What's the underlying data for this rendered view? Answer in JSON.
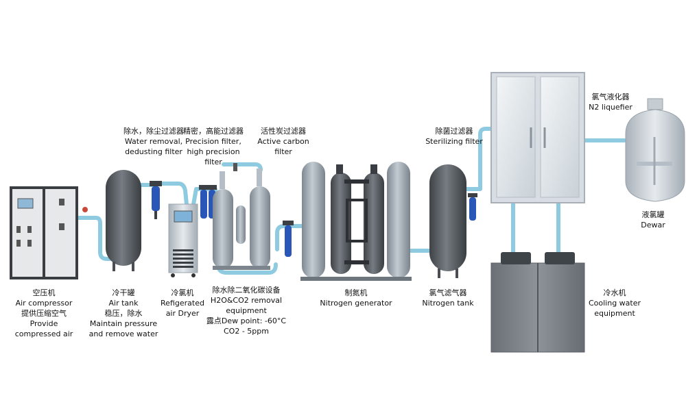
{
  "labels": {
    "compressor": {
      "zh": "空压机",
      "en": "Air compressor",
      "desc_zh": "提供压缩空气",
      "desc_en_1": "Provide",
      "desc_en_2": "compressed air"
    },
    "air_tank": {
      "zh": "冷干罐",
      "en": "Air tank",
      "desc_zh": "稳压，除水",
      "desc_en_1": "Maintain pressure",
      "desc_en_2": "and remove water"
    },
    "dryer": {
      "zh": "冷氯机",
      "en_1": "Refigerated",
      "en_2": "air Dryer"
    },
    "h2o_co2": {
      "zh": "除水除二氧化碳设备",
      "en_1": "H2O&CO2 removal",
      "en_2": "equipment",
      "dew": "露点Dew point: -60°C",
      "co2": "CO2 - 5ppm"
    },
    "n2_gen": {
      "zh": "制氮机",
      "en": "Nitrogen generator"
    },
    "n2_tank": {
      "zh": "氯气滤气器",
      "en": "Nitrogen tank"
    },
    "cooling": {
      "zh": "冷水机",
      "en_1": "Cooling water",
      "en_2": "equipment"
    },
    "water_filter": {
      "zh": "除水，除尘过滤器",
      "en_1": "Water removal,",
      "en_2": "dedusting filter"
    },
    "precision_filter": {
      "zh": "精密，高能过滤器",
      "en_1": "Precision filter,",
      "en_2": "high precision",
      "en_3": "filter"
    },
    "carbon_filter": {
      "zh": "活性炭过滤器",
      "en_1": "Active carbon",
      "en_2": "filter"
    },
    "sterile_filter": {
      "zh": "除菌过滤器",
      "en": "Sterilizing filter"
    },
    "liquefier": {
      "zh": "氯气液化器",
      "en": "N2 liquefier"
    },
    "dewar": {
      "zh": "液氯罐",
      "en": "Dewar"
    }
  },
  "colors": {
    "pipe": "#8ecbe0",
    "tank_dark": "#5e6369",
    "tank_grey": "#9aa3ab",
    "cabinet": "#7a7f86",
    "filter_blue": "#2a56b8",
    "liquefier_frame": "#d7dde2"
  }
}
